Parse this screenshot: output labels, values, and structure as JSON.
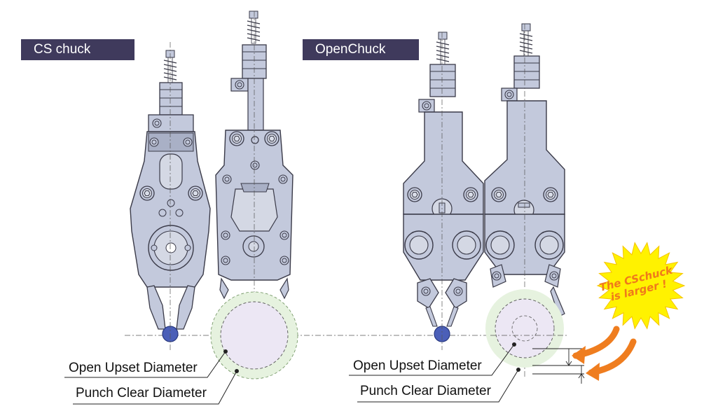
{
  "left_section": {
    "tag": "CS chuck",
    "open_upset_label": "Open Upset Diameter",
    "punch_clear_label": "Punch Clear Diameter"
  },
  "right_section": {
    "tag": "OpenChuck",
    "open_upset_label": "Open Upset Diameter",
    "punch_clear_label": "Punch Clear Diameter"
  },
  "callout": {
    "line1": "The CSchuck",
    "line2": "is larger !"
  },
  "colors": {
    "tag_bg": "#3f3a5c",
    "metal": "#c3c9dc",
    "metal_dark": "#a9b0c6",
    "outline": "#3a3a48",
    "workpiece": "#4b5fb8",
    "clear_ring": "#e6f2df",
    "upset_fill": "#ece7f4",
    "arrow": "#ef7d1f",
    "burst": "#fff200",
    "burst_text": "#f07a1a"
  }
}
